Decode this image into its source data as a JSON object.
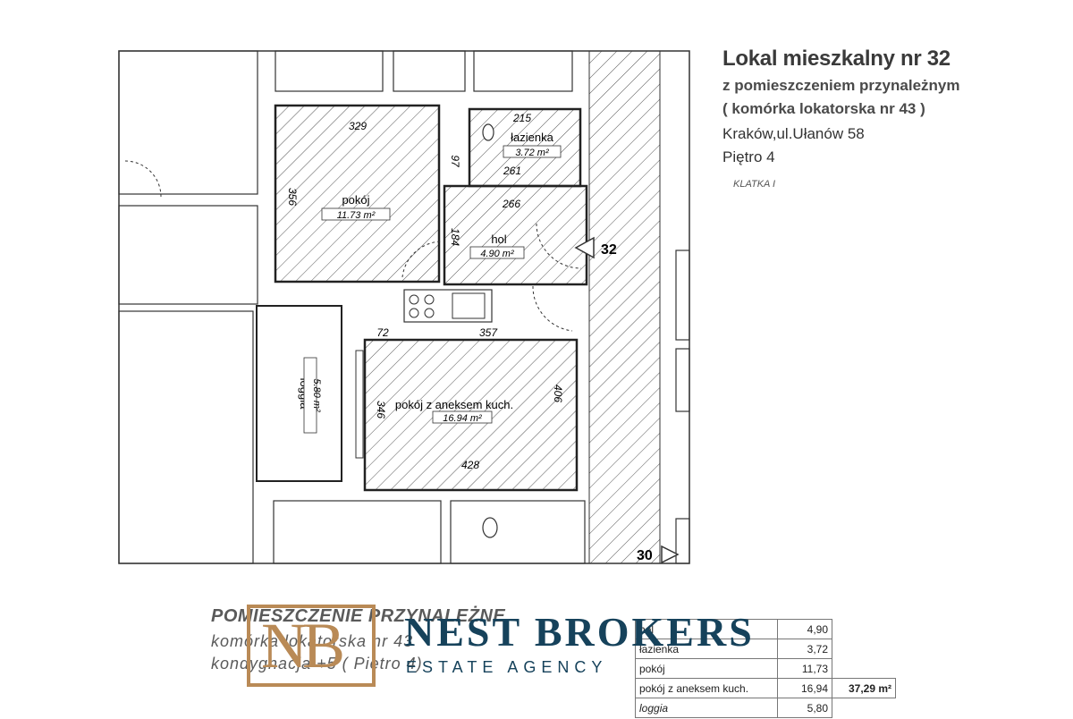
{
  "header": {
    "title": "Lokal mieszkalny nr 32",
    "subtitle": "z pomieszczeniem przynależnym",
    "subtitle2": "( komórka lokatorska nr 43 )",
    "address": "Kraków,ul.Ułanów 58",
    "floor": "Piętro 4",
    "staircase": "KLATKA I"
  },
  "rooms": [
    {
      "name": "pokój",
      "area": "11.73 m²"
    },
    {
      "name": "łazienka",
      "area": "3.72 m²"
    },
    {
      "name": "hol",
      "area": "4.90 m²"
    },
    {
      "name": "pokój z aneksem kuch.",
      "area": "16.94 m²"
    },
    {
      "name": "loggia",
      "area": "5.80 m²"
    }
  ],
  "dimensions": {
    "pokoj_width": "329",
    "pokoj_height": "356",
    "lazienka_top": "215",
    "lazienka_bottom": "261",
    "lazienka_side": "97",
    "hol_width": "266",
    "hol_height": "184",
    "kitchen_left": "72",
    "kitchen_top": "357",
    "kitchen_side": "406",
    "kitchen_bottom": "428",
    "kitchen_left_side": "346"
  },
  "markers": {
    "entry_unit": "32",
    "neighbor_unit": "30"
  },
  "annex": {
    "heading": "POMIESZCZENIE PRZYNALEŻNE",
    "line1": "komórka lokatorska nr 43",
    "line2": "kondygnacja +5 ( Piętro 4)"
  },
  "area_table": {
    "rows": [
      {
        "name": "hol",
        "value": "4,90"
      },
      {
        "name": "łazienka",
        "value": "3,72"
      },
      {
        "name": "pokój",
        "value": "11,73"
      },
      {
        "name": "pokój z aneksem kuch.",
        "value": "16,94"
      },
      {
        "name": "loggia",
        "value": "5,80"
      }
    ],
    "total": "37,29 m²"
  },
  "logo": {
    "letters": "NB",
    "name": "NEST BROKERS",
    "tagline": "ESTATE AGENCY"
  },
  "colors": {
    "logo_gold": "#b98a56",
    "logo_navy": "#16425b",
    "line": "#333333"
  }
}
